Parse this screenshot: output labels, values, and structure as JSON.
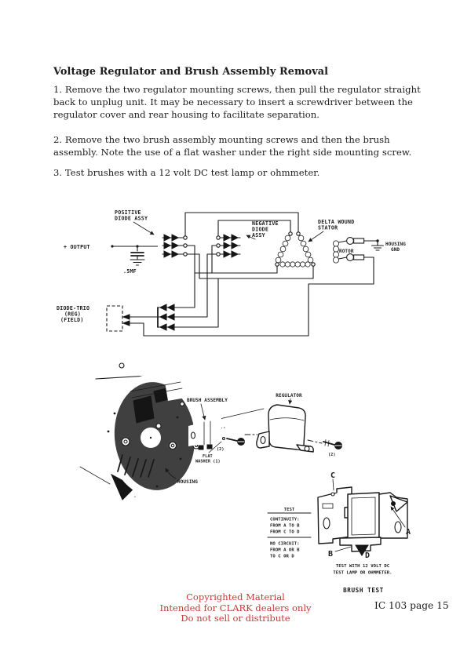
{
  "page": {
    "title": "Voltage Regulator and Brush Assembly Removal",
    "paragraphs": [
      "1. Remove the two regulator mounting screws, then pull the regulator straight back to unplug unit. It may be necessary to insert a screwdriver between the regulator cover and rear housing to facilitate separation.",
      "2. Remove the two brush assembly mounting screws and then the brush assembly. Note the use of a flat washer under the right side mounting screw.",
      "3. Test brushes with a 12 volt DC test lamp or ohmmeter."
    ],
    "footer": {
      "copyright_lines": [
        "Copyrighted Material",
        "Intended for CLARK dealers only",
        "Do not sell or distribute"
      ],
      "copyright_color": "#c43a34",
      "page_ref": "IC 103 page 15"
    },
    "ink_color": "#1a1a1a"
  },
  "circuit": {
    "labels": {
      "positive_diode": [
        "POSITIVE",
        "DIODE ASSY"
      ],
      "output": "+ OUTPUT",
      "capacitor": ".5MF",
      "negative_diode": [
        "NEGATIVE",
        "DIODE",
        "ASSY"
      ],
      "stator": [
        "DELTA WOUND",
        "STATOR"
      ],
      "rotor": "ROTOR",
      "housing_gnd": [
        "HOUSING",
        "GND"
      ],
      "diode_trio": [
        "DIODE-TRIO",
        "(REG)",
        "(FIELD)"
      ]
    }
  },
  "assembly": {
    "labels": {
      "brush_assembly": "BRUSH ASSEMBLY",
      "regulator": "REGULATOR",
      "flat_washer": [
        "FLAT",
        "WASHER (1)"
      ],
      "brush_screw_qty": "(2)",
      "regulator_screw_qty": "(2)",
      "housing": "HOUSING"
    }
  },
  "brush_test": {
    "table": {
      "header": "TEST",
      "continuity": [
        "CONTINUITY:",
        "FROM A TO B",
        "FROM C TO D"
      ],
      "no_circuit": [
        "NO CIRCUIT:",
        "FROM A OR B",
        "TO C OR D"
      ]
    },
    "terminals": {
      "a": "A",
      "b": "B",
      "c": "C",
      "d": "D"
    },
    "note": [
      "TEST WITH 12 VOLT DC",
      "TEST LAMP OR OHMMETER."
    ],
    "caption": "BRUSH TEST"
  }
}
